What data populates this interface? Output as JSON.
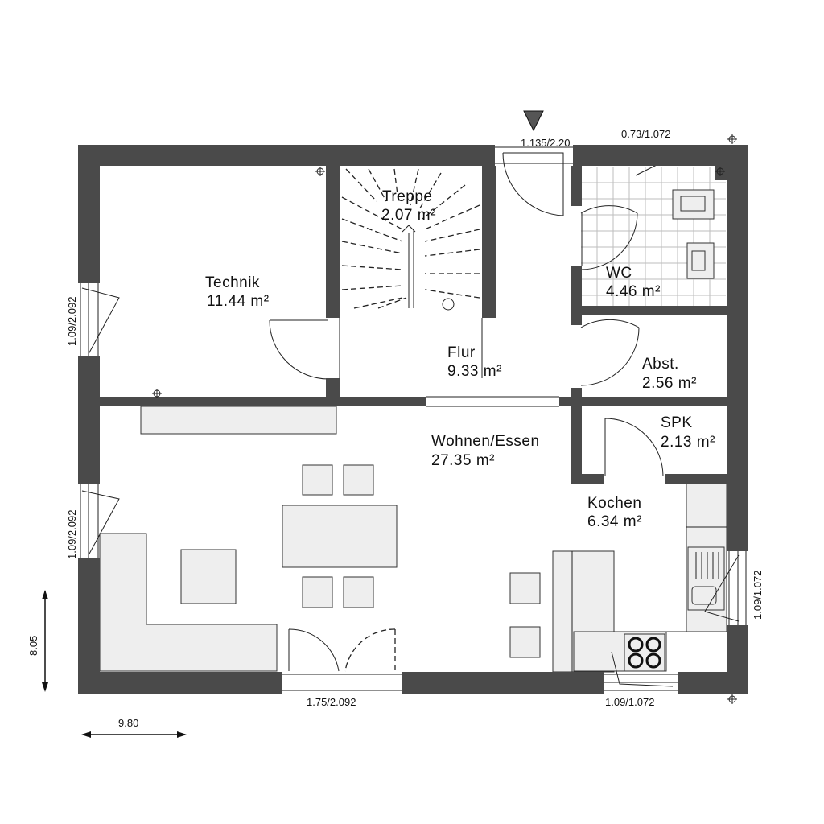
{
  "rooms": {
    "technik": {
      "name": "Technik",
      "area": "11.44 m²"
    },
    "treppe": {
      "name": "Treppe",
      "area": "2.07 m²"
    },
    "wc": {
      "name": "WC",
      "area": "4.46 m²"
    },
    "flur": {
      "name": "Flur",
      "area": "9.33 m²"
    },
    "abst": {
      "name": "Abst.",
      "area": "2.56 m²"
    },
    "spk": {
      "name": "SPK",
      "area": "2.13 m²"
    },
    "wohnen": {
      "name": "Wohnen/Essen",
      "area": "27.35 m²"
    },
    "kochen": {
      "name": "Kochen",
      "area": "6.34 m²"
    }
  },
  "dimensions": {
    "entrance_door": "1.135/2.20",
    "wc_window": "0.73/1.072",
    "technik_window": "1.09/2.092",
    "living_window_left": "1.09/2.092",
    "kitchen_window_right": "1.09/1.072",
    "terrace_door": "1.75/2.092",
    "kitchen_window_bottom": "1.09/1.072",
    "overall_depth": "8.05",
    "overall_width": "9.80"
  }
}
